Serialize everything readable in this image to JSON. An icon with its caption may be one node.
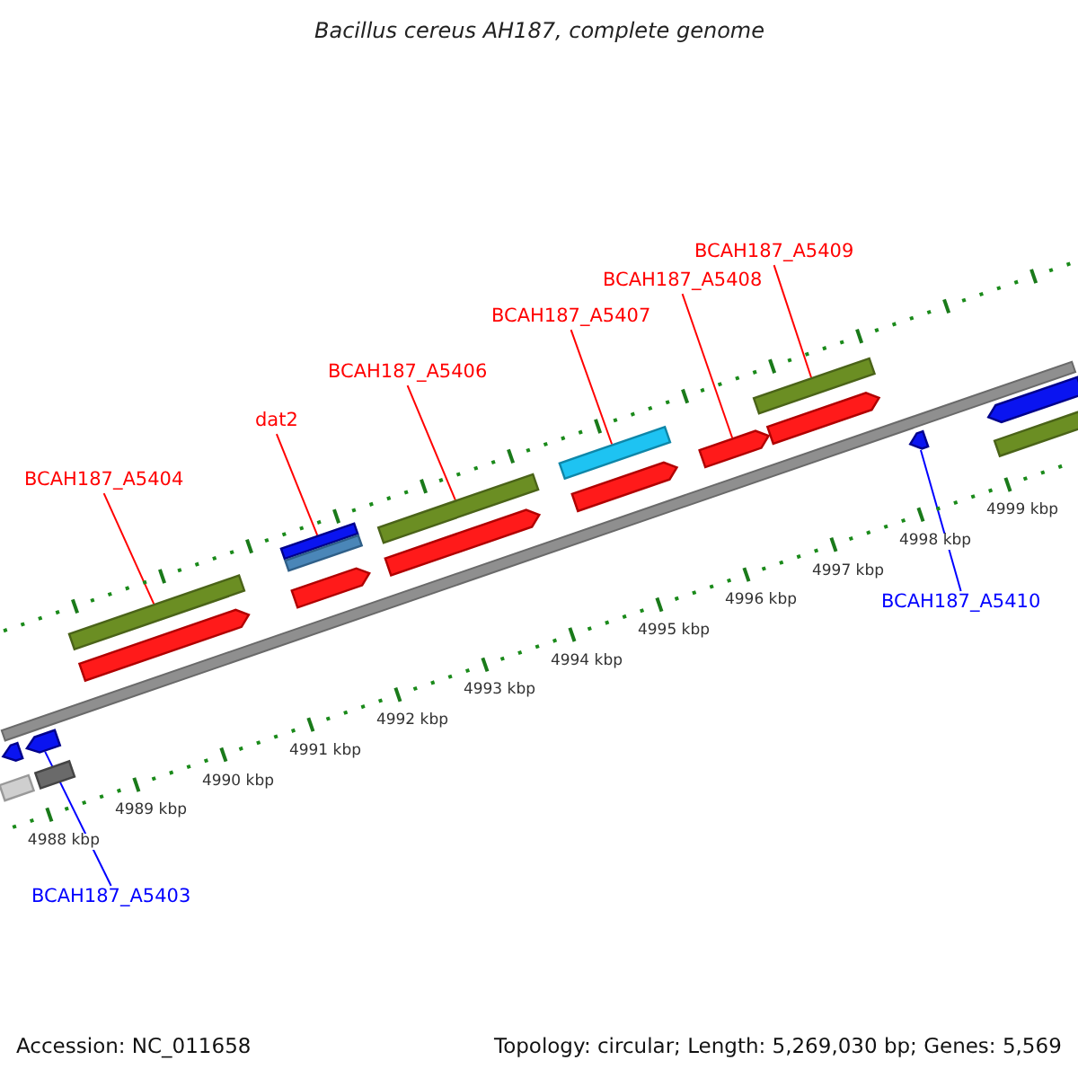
{
  "diagram": {
    "title": "Bacillus cereus AH187, complete genome",
    "nodes": [
      {
        "text": [
          "BCAH187_A5403"
        ]
      },
      {
        "text": [
          "BCAH187_A5404"
        ]
      },
      {
        "text": [
          "dat2"
        ]
      },
      {
        "text": [
          "BCAH187_A5406"
        ]
      },
      {
        "text": [
          "BCAH187_A5407"
        ]
      },
      {
        "text": [
          "BCAH187_A5408"
        ]
      },
      {
        "text": [
          "BCAH187_A5409"
        ]
      },
      {
        "text": [
          "BCAH187_A5410"
        ]
      },
      {
        "text": [],
        "shape": "box"
      },
      {
        "text": [],
        "shape": "bar"
      },
      {
        "text": [],
        "shape": "bar"
      },
      {
        "text": [],
        "shape": "box"
      },
      {
        "text": [],
        "shape": "box"
      },
      {
        "text": [],
        "shape": "bar"
      },
      {
        "text": [],
        "shape": "bar"
      },
      {
        "text": [],
        "shape": "box"
      },
      {
        "text": [],
        "shape": "box"
      },
      {
        "text": [],
        "shape": "box"
      },
      {
        "text": [],
        "shape": "bar"
      },
      {
        "text": [],
        "shape": "box"
      },
      {
        "text": [],
        "shape": "bar"
      },
      {
        "text": [],
        "shape": "bar"
      },
      {
        "text": [],
        "shape": "box"
      },
      {
        "text": [],
        "shape": "bar"
      },
      {
        "text": [],
        "shape": "bar"
      },
      {
        "text": [],
        "shape": "box"
      },
      {
        "text": [],
        "shape": "bar"
      }
    ],
    "edges": [
      {
        "from": 0,
        "to": 10,
        "arrow": "none",
        "color": "#0000ff"
      },
      {
        "from": 1,
        "to": 12,
        "arrow": "none"
      },
      {
        "from": 2,
        "to": 15,
        "arrow": "none"
      },
      {
        "from": 3,
        "to": 17,
        "arrow": "none"
      },
      {
        "from": 4,
        "to": 19,
        "arrow": "none"
      },
      {
        "from": 5,
        "to": 21,
        "arrow": "none"
      },
      {
        "from": 6,
        "to": 22,
        "arrow": "none"
      },
      {
        "from": 7,
        "to": 24,
        "arrow": "none",
        "color": "#0000ff"
      }
    ],
    "labels": [
      "4988 kbp",
      "4989 kbp",
      "4990 kbp",
      "4991 kbp",
      "4992 kbp",
      "4993 kbp",
      "4994 kbp",
      "4995 kbp",
      "4996 kbp",
      "4997 kbp",
      "4998 kbp",
      "4999 kbp",
      "Accession: NC_011658",
      "Topology: circular; Length: 5,269,030 bp; Genes: 5,569"
    ]
  }
}
